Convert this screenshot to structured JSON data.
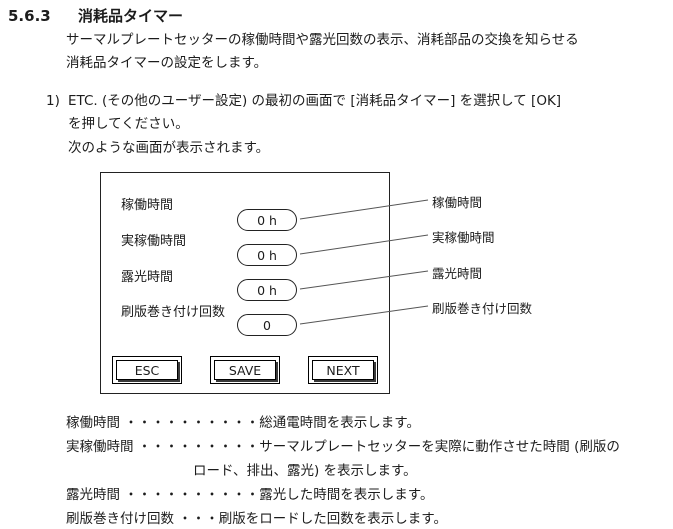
{
  "heading": {
    "number": "5.6.3",
    "title": "消耗品タイマー"
  },
  "intro": {
    "line1": "サーマルプレートセッターの稼働時間や露光回数の表示、消耗部品の交換を知らせる",
    "line2": "消耗品タイマーの設定をします。"
  },
  "step": {
    "marker": "1)",
    "line1": "ETC. (その他のユーザー設定) の最初の画面で [消耗品タイマー] を選択して [OK]",
    "line2": "を押してください。",
    "line3": "次のような画面が表示されます。"
  },
  "screen": {
    "rows": [
      {
        "label": "稼働時間",
        "value": "0 h"
      },
      {
        "label": "実稼働時間",
        "value": "0 h"
      },
      {
        "label": "露光時間",
        "value": "0 h"
      },
      {
        "label": "刷版巻き付け回数",
        "value": "0"
      }
    ],
    "buttons": [
      {
        "label": "ESC"
      },
      {
        "label": "SAVE"
      },
      {
        "label": "NEXT"
      }
    ]
  },
  "callouts": [
    {
      "label": "稼働時間"
    },
    {
      "label": "実稼働時間"
    },
    {
      "label": "露光時間"
    },
    {
      "label": "刷版巻き付け回数"
    }
  ],
  "definitions": [
    {
      "text": "稼働時間 ・・・・・・・・・・総通電時間を表示します。"
    },
    {
      "text": "実稼働時間 ・・・・・・・・・サーマルプレートセッターを実際に動作させた時間 (刷版の"
    },
    {
      "text": "ロード、排出、露光) を表示します。"
    },
    {
      "text": "露光時間 ・・・・・・・・・・露光した時間を表示します。"
    },
    {
      "text": "刷版巻き付け回数 ・・・刷版をロードした回数を表示します。"
    }
  ]
}
